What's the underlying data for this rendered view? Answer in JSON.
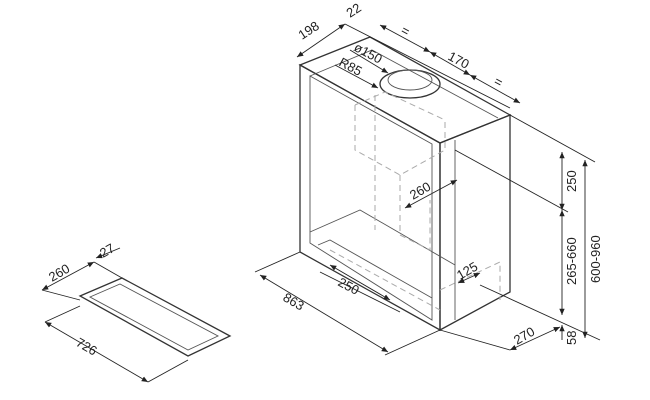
{
  "drawing": {
    "hood": {
      "depth_top": "198",
      "wall_gap": "22",
      "equal_left": "=",
      "outlet_diameter": "ø150",
      "outlet_radius": "R85",
      "width_center": "170",
      "equal_right": "=",
      "inner_depth": "260",
      "upper_height": "250",
      "adjust_height": "265-660",
      "total_height": "600-960",
      "bottom_offset": "125",
      "bottom_depth": "250",
      "width": "863",
      "side_depth": "270",
      "base_height": "58"
    },
    "cutout": {
      "depth": "260",
      "margin": "27",
      "width": "726"
    }
  }
}
